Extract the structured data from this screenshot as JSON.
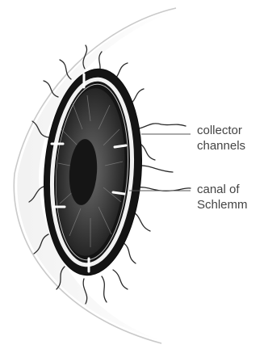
{
  "labels": {
    "collector_line1": "collector",
    "collector_line2": "channels",
    "canal_line1": "canal of",
    "canal_line2": "Schlemm"
  },
  "colors": {
    "background": "#ffffff",
    "ink": "#111111",
    "iris": "#3a3a3a",
    "pupil": "#151515",
    "canal_ring": "#f2f2f2",
    "sclera_outline": "#c9c9c9",
    "label_text": "#444444"
  }
}
